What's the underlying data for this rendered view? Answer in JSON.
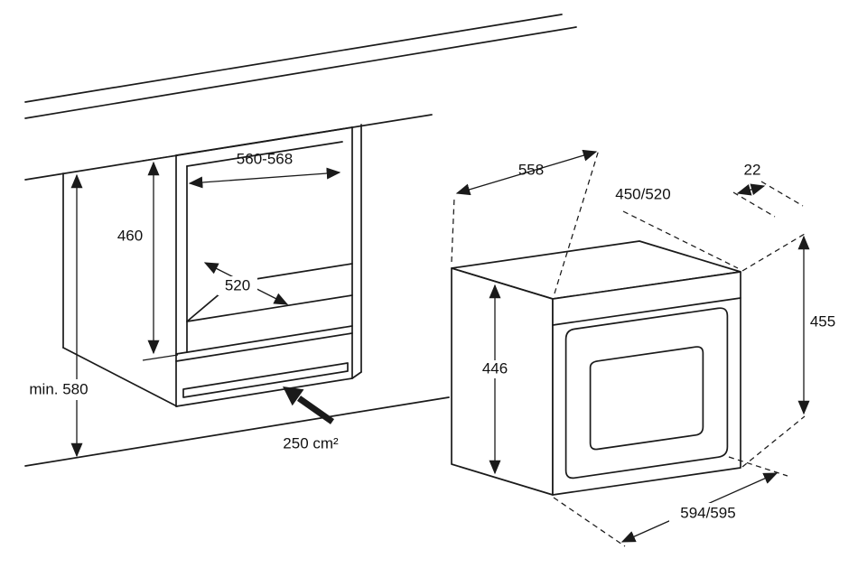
{
  "page": {
    "background": "#ffffff",
    "line_color": "#1a1a1a"
  },
  "cabinet_diagram": {
    "labels": {
      "niche_width": "560-568",
      "niche_height": "460",
      "niche_depth": "520",
      "min_height": "min. 580",
      "vent_area": "250 cm²"
    }
  },
  "oven_diagram": {
    "labels": {
      "depth": "558",
      "top_niche": "450/520",
      "protrusion": "22",
      "body_height": "446",
      "side_height": "455",
      "width": "594/595"
    }
  }
}
